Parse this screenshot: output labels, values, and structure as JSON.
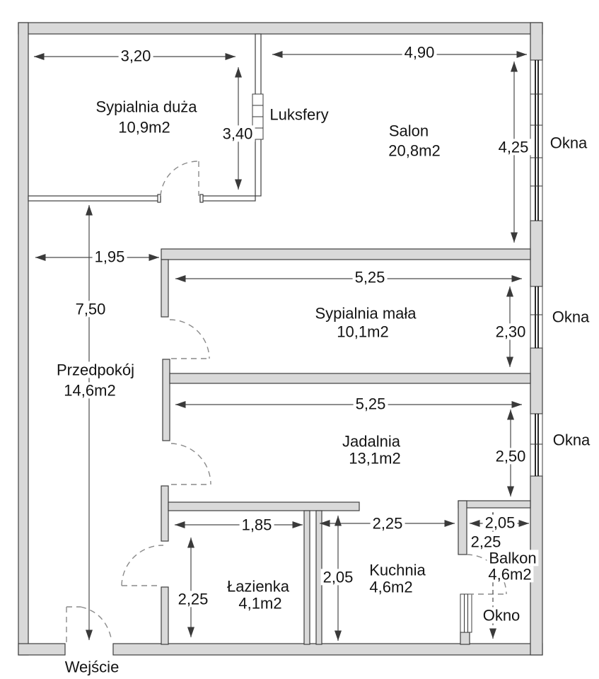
{
  "colors": {
    "wall_fill": "#d9d9d9",
    "wall_stroke": "#3e3e3e",
    "dim_color": "#4a4a4a",
    "door_color": "#8a8a8a",
    "text_color": "#141414",
    "bg": "#ffffff"
  },
  "rooms": [
    {
      "name": "Sypialnia duża",
      "area": "10,9m2",
      "width": "3,20",
      "height": "3,40"
    },
    {
      "name": "Salon",
      "area": "20,8m2",
      "width": "4,90",
      "height": "4,25"
    },
    {
      "name": "Przedpokój",
      "area": "14,6m2",
      "width": "1,95",
      "height": "7,50"
    },
    {
      "name": "Sypialnia mała",
      "area": "10,1m2",
      "width": "5,25",
      "height": "2,30"
    },
    {
      "name": "Jadalnia",
      "area": "13,1m2",
      "width": "5,25",
      "height": "2,50"
    },
    {
      "name": "Łazienka",
      "area": "4,1m2",
      "width": "1,85",
      "height": "2,25"
    },
    {
      "name": "Kuchnia",
      "area": "4,6m2",
      "width": "2,25",
      "height": "2,05"
    },
    {
      "name": "Balkon",
      "area": "4,6m2",
      "width": "2,05",
      "height": "2,25"
    }
  ],
  "features": {
    "luksfery": "Luksfery",
    "okna": "Okna",
    "okno": "Okno",
    "wejscie": "Wejście"
  }
}
